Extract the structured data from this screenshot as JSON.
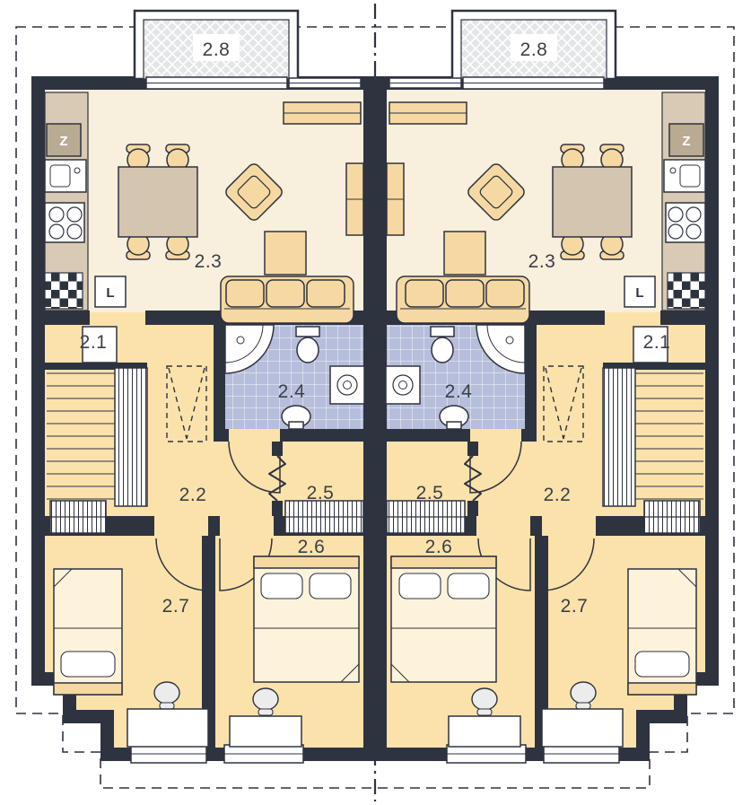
{
  "plan": {
    "units": [
      {
        "side": "left",
        "rooms": {
          "balcony": "2.8",
          "living_kitchen": "2.3",
          "stairs": "2.1",
          "hall": "2.2",
          "bathroom": "2.4",
          "corridor": "2.5",
          "bedroom_middle": "2.6",
          "bedroom_corner": "2.7"
        },
        "markers": {
          "sink": "Z",
          "fridge": "L"
        }
      },
      {
        "side": "right",
        "rooms": {
          "balcony": "2.8",
          "living_kitchen": "2.3",
          "stairs": "2.1",
          "hall": "2.2",
          "bathroom": "2.4",
          "corridor": "2.5",
          "bedroom_middle": "2.6",
          "bedroom_corner": "2.7"
        },
        "markers": {
          "sink": "Z",
          "fridge": "L"
        }
      }
    ],
    "colors": {
      "wall": "#2e3340",
      "floor_living": "#f8efdc",
      "floor_warm": "#fbe2ab",
      "bathroom_tile": "#b7bedb",
      "furniture": "#f6d9a2",
      "counter": "#d8cab5",
      "balcony_floor": "#e3e6e8"
    }
  }
}
